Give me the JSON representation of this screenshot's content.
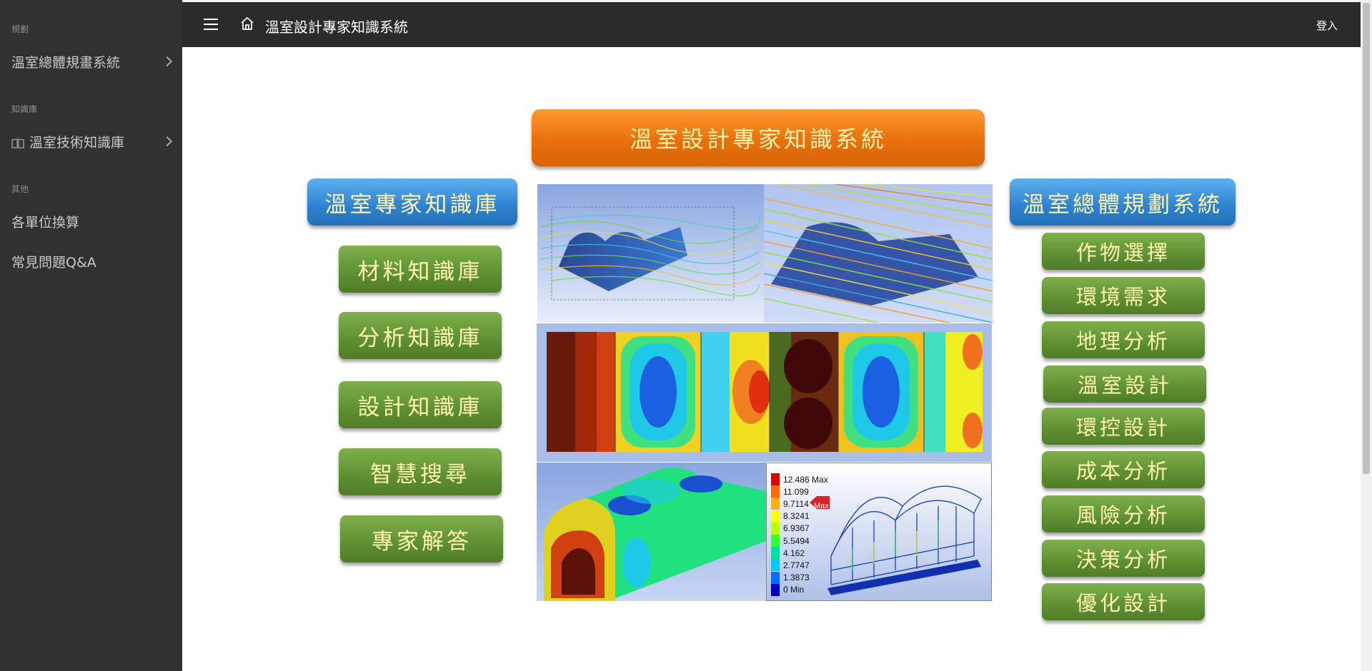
{
  "sidebar": {
    "sections": [
      {
        "label": "規劃"
      },
      {
        "label": "知識庫"
      },
      {
        "label": "其他"
      }
    ],
    "items": [
      {
        "label": "溫室總體規畫系統"
      },
      {
        "label": "溫室技術知識庫"
      },
      {
        "label": "各單位換算"
      },
      {
        "label": "常見問題Q&A"
      }
    ]
  },
  "header": {
    "title": "溫室設計專家知識系統",
    "login_label": "登入"
  },
  "diagram": {
    "main_title": "溫室設計專家知識系統",
    "left_title": "溫室專家知識庫",
    "left_items": [
      "材料知識庫",
      "分析知識庫",
      "設計知識庫",
      "智慧搜尋",
      "專家解答"
    ],
    "right_title": "溫室總體規劃系統",
    "right_items": [
      "作物選擇",
      "環境需求",
      "地理分析",
      "溫室設計",
      "環控設計",
      "成本分析",
      "風險分析",
      "決策分析",
      "優化設計"
    ],
    "legend_values": [
      "12.486 Max",
      "11.099",
      "9.7114",
      "8.3241",
      "6.9367",
      "5.5494",
      "4.162",
      "2.7747",
      "1.3873",
      "0 Min"
    ],
    "legend_colors": [
      "#e00000",
      "#ff6a00",
      "#ffb000",
      "#ffff00",
      "#b8ff00",
      "#30ff30",
      "#00e0a0",
      "#00c8ff",
      "#0070ff",
      "#0000c8"
    ],
    "max_marker": "Max"
  },
  "colors": {
    "sidebar_bg": "#313131",
    "topbar_bg": "#2b2b2b",
    "orange": "#e9700c",
    "blue": "#2e82cf",
    "green": "#5e8f32",
    "button_text": "#fff5b0"
  }
}
